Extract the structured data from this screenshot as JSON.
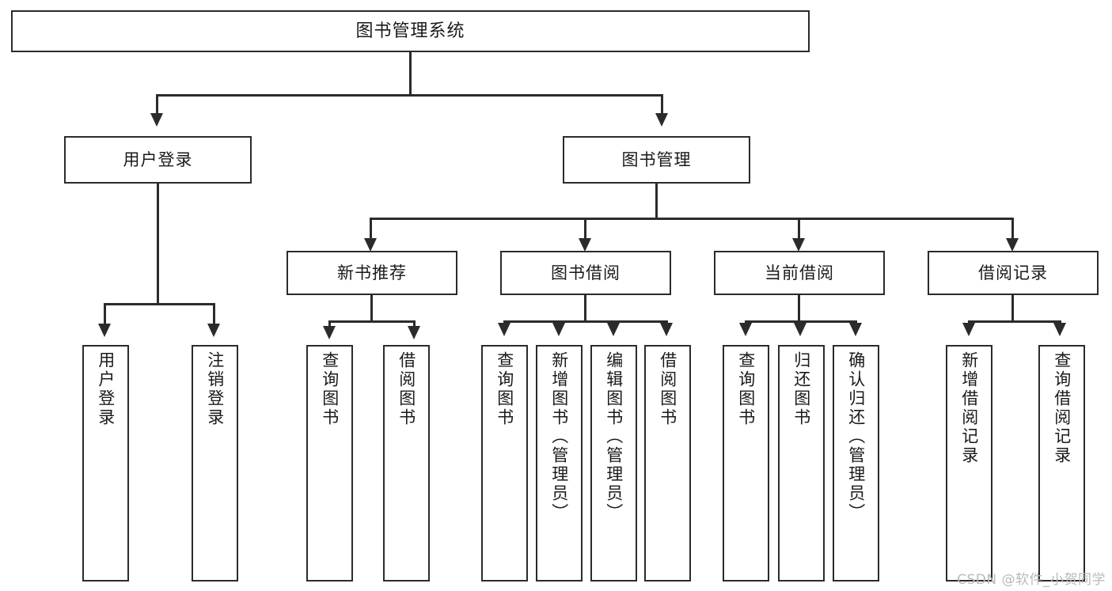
{
  "diagram": {
    "type": "tree",
    "title": "图书管理系统",
    "watermark": "CSDN @软件_小贺同学",
    "colors": {
      "background": "#ffffff",
      "box_border": "#2b2b2b",
      "connector": "#2b2b2b",
      "text": "#1a1a1a",
      "watermark": "#b9b9b9"
    },
    "root": {
      "label": "图书管理系统"
    },
    "level2": [
      {
        "label": "用户登录"
      },
      {
        "label": "图书管理"
      }
    ],
    "level3": [
      {
        "label": "新书推荐"
      },
      {
        "label": "图书借阅"
      },
      {
        "label": "当前借阅"
      },
      {
        "label": "借阅记录"
      }
    ],
    "leaves": {
      "user_login": [
        {
          "label": "用户登录"
        },
        {
          "label": "注销登录"
        }
      ],
      "new_book_recommend": [
        {
          "label": "查询图书"
        },
        {
          "label": "借阅图书"
        }
      ],
      "book_borrow": [
        {
          "label": "查询图书"
        },
        {
          "label": "新增图书（管理员）"
        },
        {
          "label": "编辑图书（管理员）"
        },
        {
          "label": "借阅图书"
        }
      ],
      "current_borrow": [
        {
          "label": "查询图书"
        },
        {
          "label": "归还图书"
        },
        {
          "label": "确认归还（管理员）"
        }
      ],
      "borrow_record": [
        {
          "label": "新增借阅记录"
        },
        {
          "label": "查询借阅记录"
        }
      ]
    }
  }
}
